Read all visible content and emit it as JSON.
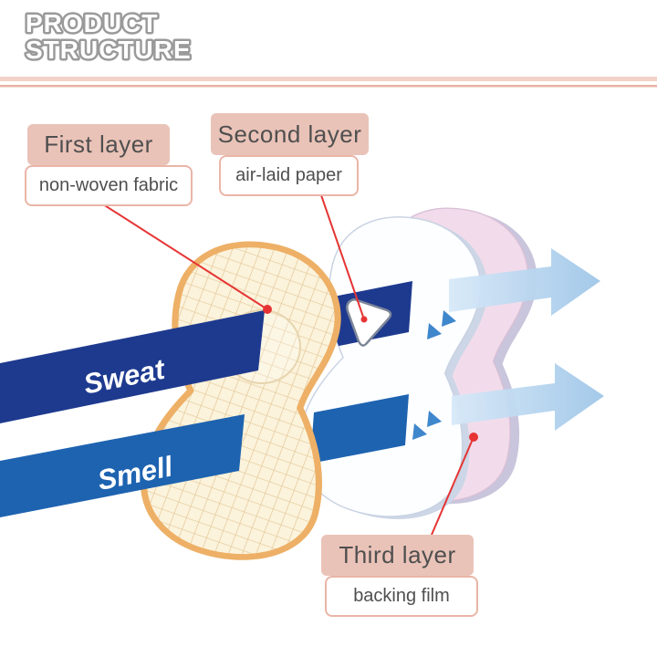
{
  "title": {
    "line1": "PRODUCT",
    "line2": "STRUCTURE"
  },
  "layers": [
    {
      "title": "First layer",
      "material": "non-woven fabric"
    },
    {
      "title": "Second layer",
      "material": "air-laid paper"
    },
    {
      "title": "Third layer",
      "material": "backing film"
    }
  ],
  "ribbons": {
    "sweat": "Sweat",
    "smell": "Smell"
  },
  "colors": {
    "label_pink": "#eac3b8",
    "label_border_pink": "#eab5a7",
    "ribbon_sweat_navy": "#1e3a8f",
    "ribbon_smell_blue": "#1e63b0",
    "flow_arrow_blue": "#aecfeb",
    "connector_red": "#e63434",
    "fabric_tan": "#edb066",
    "paper_white": "#fcfeff",
    "film_pink": "#f2dceb",
    "title_outline_gray": "#9a9a9a"
  }
}
